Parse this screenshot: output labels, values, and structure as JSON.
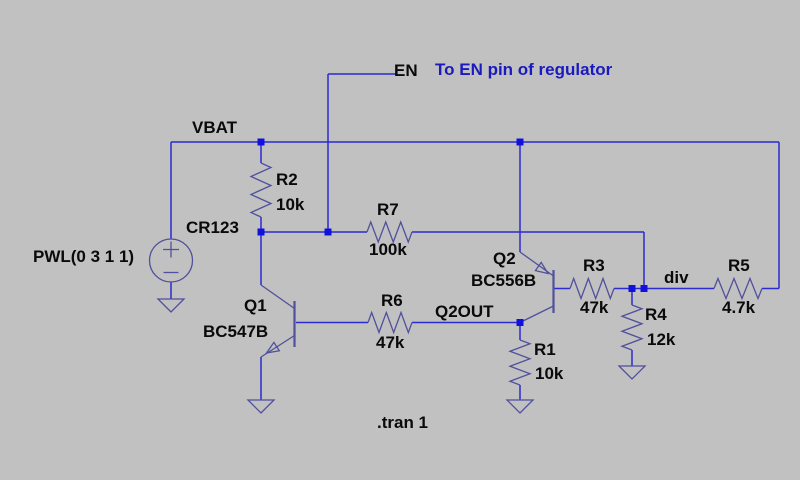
{
  "window": {
    "background": "#c1c1c1"
  },
  "colors": {
    "wire": "#2b2bd0",
    "symbol": "#50509c",
    "junction": "#1111dd",
    "text": "#0a0a0a",
    "comment_blue": "#1a1abe"
  },
  "net_labels": {
    "vbat": "VBAT",
    "en": "EN",
    "q2out": "Q2OUT",
    "divider": "div"
  },
  "comment": {
    "text": "To EN pin of regulator"
  },
  "directive": {
    "text": ".tran 1"
  },
  "components": {
    "v1": {
      "label": "CR123",
      "value": "PWL(0 3 1 1)",
      "type": "voltage-source"
    },
    "r2": {
      "label": "R2",
      "value": "10k",
      "type": "resistor"
    },
    "r7": {
      "label": "R7",
      "value": "100k",
      "type": "resistor"
    },
    "r6": {
      "label": "R6",
      "value": "47k",
      "type": "resistor"
    },
    "r3": {
      "label": "R3",
      "value": "47k",
      "type": "resistor"
    },
    "r1": {
      "label": "R1",
      "value": "10k",
      "type": "resistor"
    },
    "r4": {
      "label": "R4",
      "value": "12k",
      "type": "resistor"
    },
    "r5": {
      "label": "R5",
      "value": "4.7k",
      "type": "resistor"
    },
    "q1": {
      "label": "Q1",
      "value": "BC547B",
      "type": "npn-transistor"
    },
    "q2": {
      "label": "Q2",
      "value": "BC556B",
      "type": "pnp-transistor"
    }
  }
}
